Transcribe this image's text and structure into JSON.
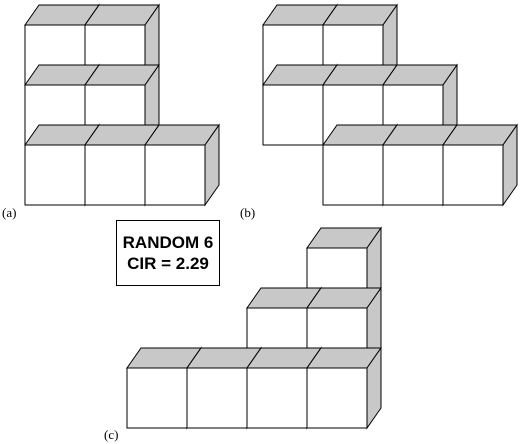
{
  "figure": {
    "info_box": {
      "line1": "RANDOM 6",
      "line2": "CIR = 2.29"
    },
    "colors": {
      "cube_face": "#ffffff",
      "cube_shade": "#c8c8c8",
      "outline": "#000000"
    },
    "panels": [
      {
        "label": "(a)",
        "cubes": [
          [
            0,
            0
          ],
          [
            1,
            0
          ],
          [
            0,
            1
          ],
          [
            1,
            1
          ],
          [
            0,
            2
          ],
          [
            1,
            2
          ],
          [
            2,
            2
          ]
        ]
      },
      {
        "label": "(b)",
        "cubes": [
          [
            0,
            0
          ],
          [
            1,
            0
          ],
          [
            0,
            1
          ],
          [
            1,
            1
          ],
          [
            2,
            1
          ],
          [
            1,
            2
          ],
          [
            2,
            2
          ],
          [
            3,
            2
          ]
        ]
      },
      {
        "label": "(c)",
        "cubes": [
          [
            3,
            0
          ],
          [
            2,
            1
          ],
          [
            3,
            1
          ],
          [
            2,
            2
          ],
          [
            3,
            2
          ],
          [
            0,
            2
          ],
          [
            1,
            2
          ]
        ]
      }
    ]
  }
}
